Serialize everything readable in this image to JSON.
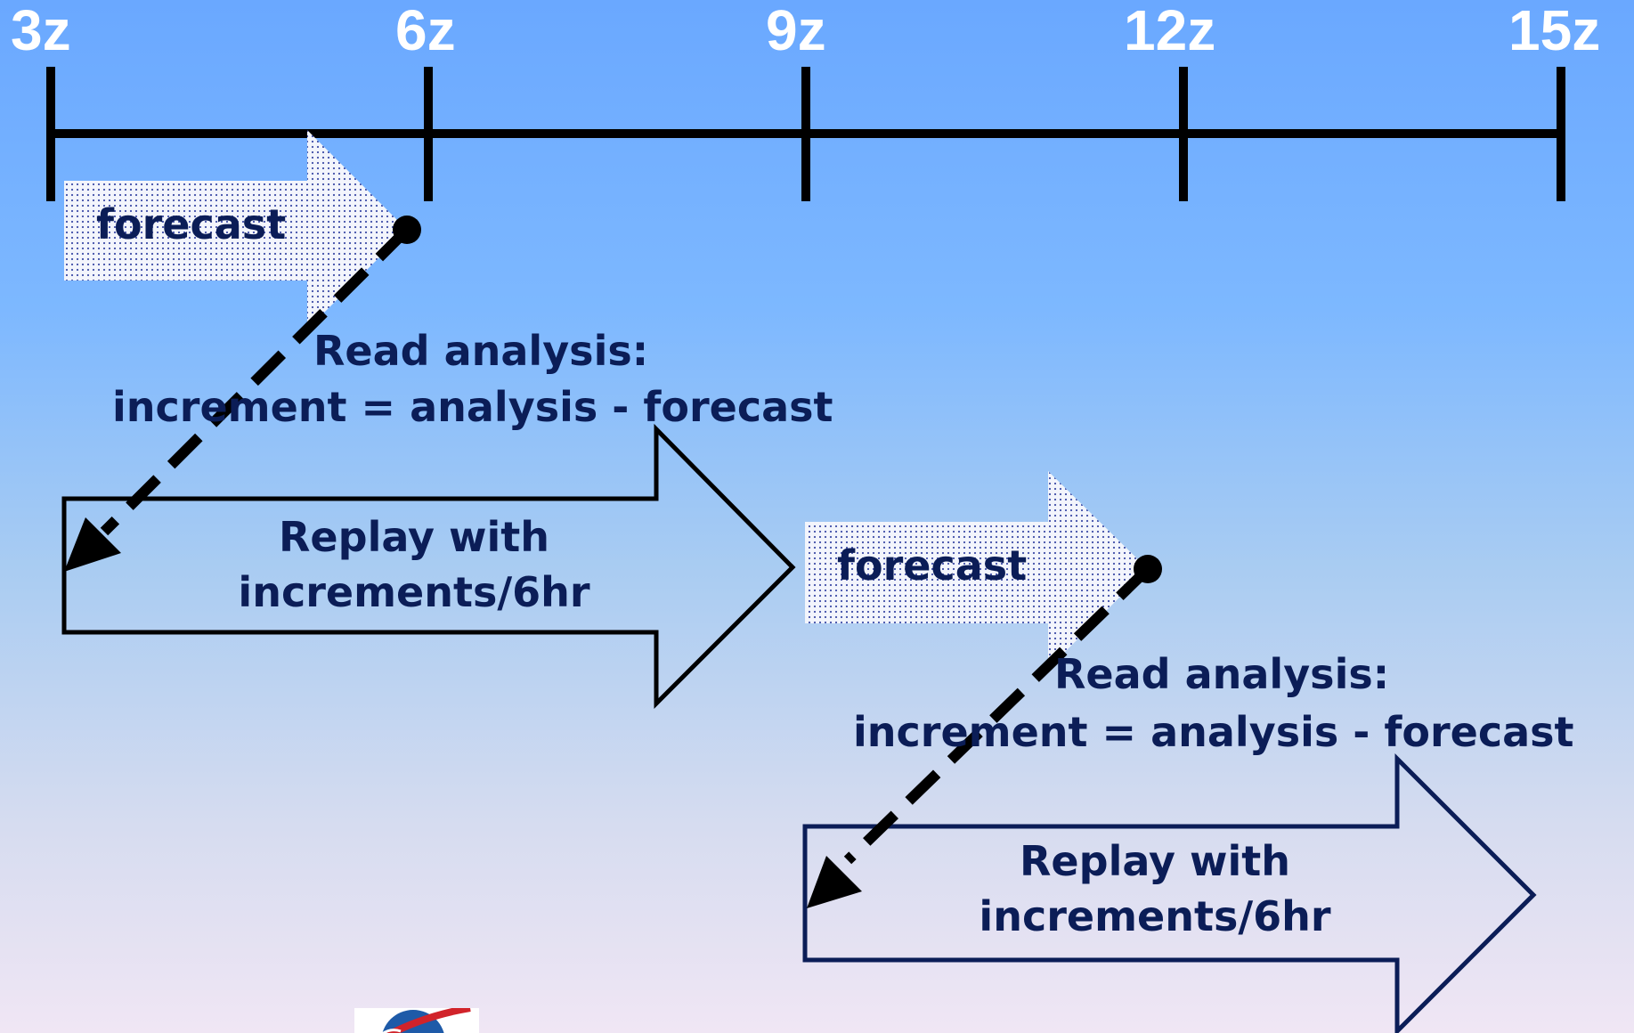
{
  "timeline": {
    "ticks": [
      "3z",
      "6z",
      "9z",
      "12z",
      "15z"
    ]
  },
  "cycles": [
    {
      "forecast_label": "forecast",
      "read_analysis": "Read analysis:",
      "increment_formula": "increment = analysis - forecast",
      "replay_line1": "Replay with",
      "replay_line2": "increments/6hr"
    },
    {
      "forecast_label": "forecast",
      "read_analysis": "Read analysis:",
      "increment_formula": "increment = analysis - forecast",
      "replay_line1": "Replay with",
      "replay_line2": "increments/6hr"
    }
  ],
  "logo": {
    "icon": "nasa-meatball-icon"
  },
  "colors": {
    "text": "#0b1d57",
    "tick_label": "#ffffff",
    "forecast_fill": "#f3f5fc",
    "forecast_dots": "#3f4ea8",
    "outline": "#0b1d57"
  }
}
